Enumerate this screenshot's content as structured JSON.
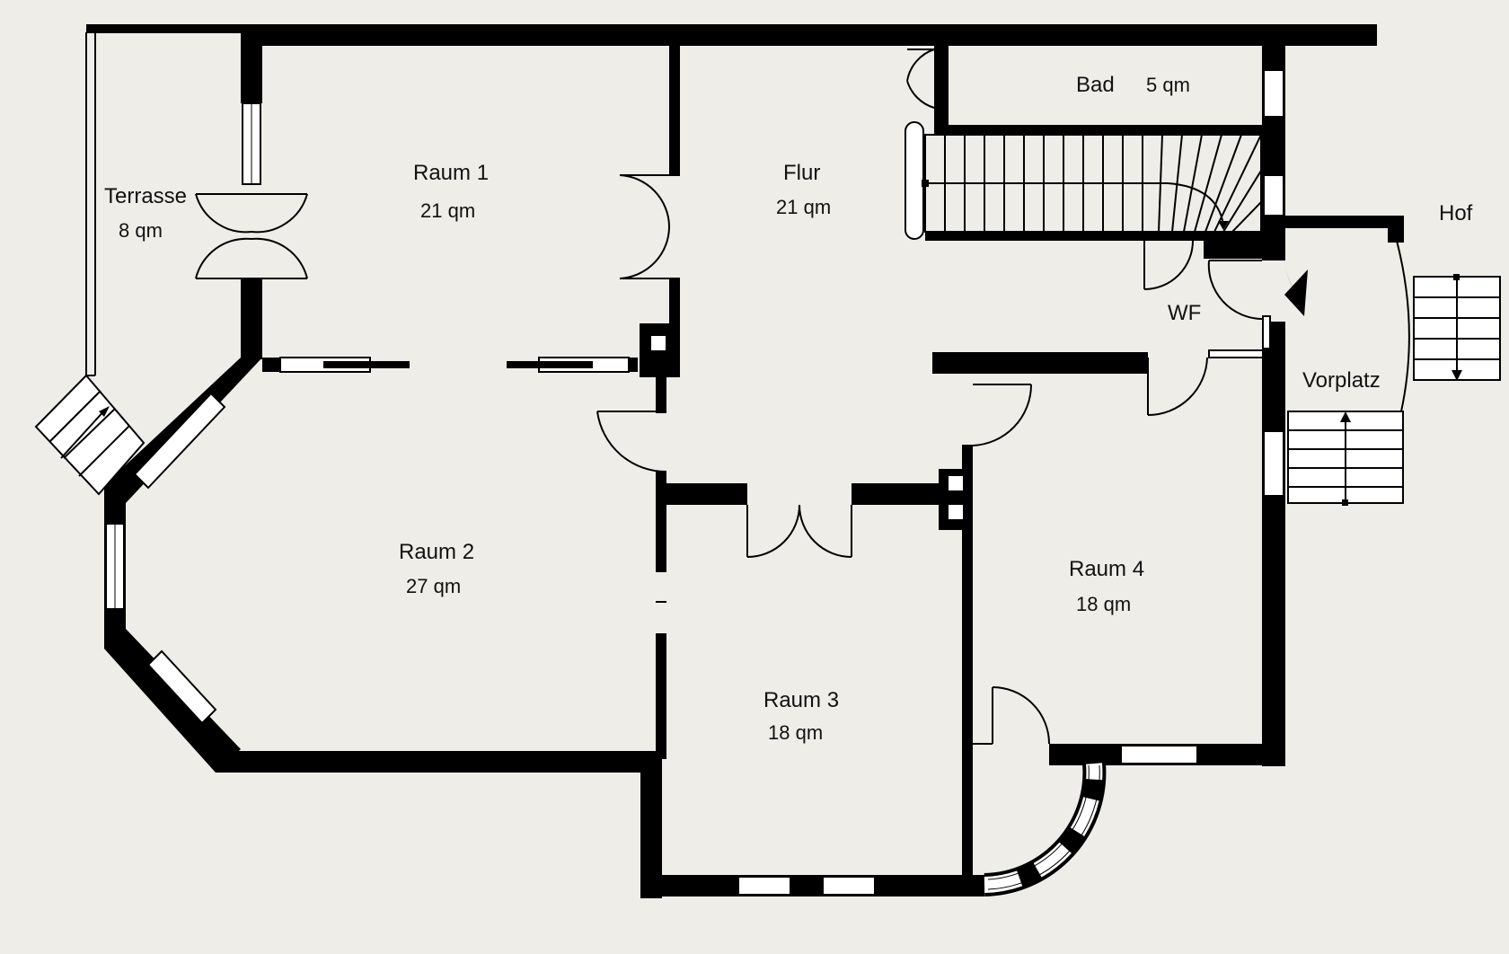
{
  "floorplan": {
    "colors": {
      "background": "#efede8",
      "wall": "#000000",
      "line": "#000000",
      "window_fill": "#ffffff"
    },
    "rooms": {
      "terrasse": {
        "name": "Terrasse",
        "area": "8 qm"
      },
      "raum1": {
        "name": "Raum 1",
        "area": "21 qm"
      },
      "flur": {
        "name": "Flur",
        "area": "21 qm"
      },
      "bad": {
        "name": "Bad",
        "area": "5 qm"
      },
      "hof": {
        "name": "Hof"
      },
      "wf": {
        "name": "WF"
      },
      "vorplatz": {
        "name": "Vorplatz"
      },
      "raum2": {
        "name": "Raum 2",
        "area": "27 qm"
      },
      "raum3": {
        "name": "Raum 3",
        "area": "18 qm"
      },
      "raum4": {
        "name": "Raum 4",
        "area": "18 qm"
      }
    }
  }
}
